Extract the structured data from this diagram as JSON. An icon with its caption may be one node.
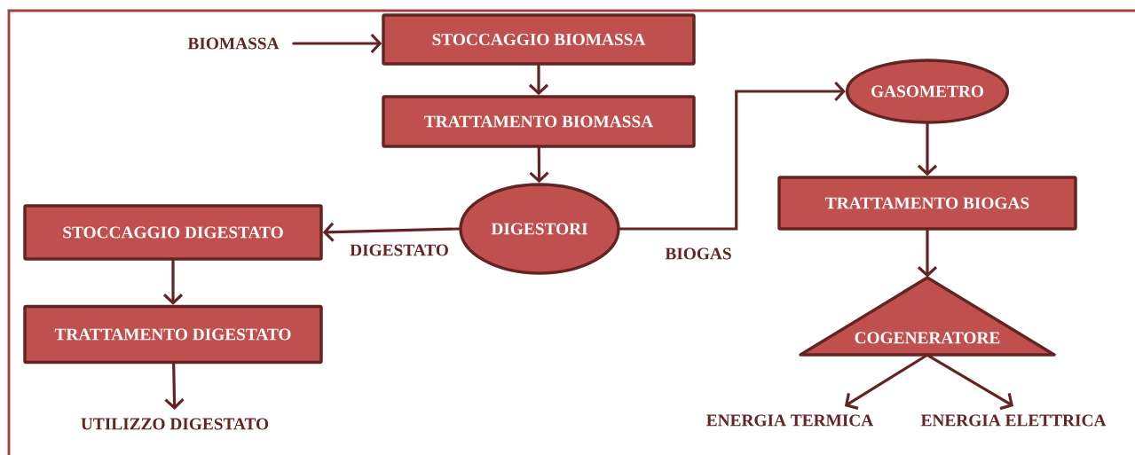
{
  "diagram": {
    "nodes": [
      {
        "text": [
          "BIOMASSA"
        ]
      },
      {
        "text": [
          "STOCCAGGIO BIOMASSA"
        ]
      },
      {
        "text": [
          "TRATTAMENTO BIOMASSA"
        ]
      },
      {
        "text": [
          "DIGESTORI"
        ]
      },
      {
        "text": [
          "STOCCAGGIO DIGESTATO"
        ]
      },
      {
        "text": [
          "TRATTAMENTO DIGESTATO"
        ]
      },
      {
        "text": [
          "UTILIZZO DIGESTATO"
        ]
      },
      {
        "text": [
          "GASOMETRO"
        ]
      },
      {
        "text": [
          "TRATTAMENTO BIOGAS"
        ]
      },
      {
        "text": [
          "COGENERATORE"
        ]
      },
      {
        "text": [
          "ENERGIA TERMICA"
        ]
      },
      {
        "text": [
          "ENERGIA ELETTRICA"
        ]
      }
    ],
    "edges": [
      {
        "from": 0,
        "to": 1,
        "arrow": "to"
      },
      {
        "from": 1,
        "to": 2,
        "arrow": "to"
      },
      {
        "from": 2,
        "to": 3,
        "arrow": "to"
      },
      {
        "from": 3,
        "to": 4,
        "arrow": "to",
        "label": "DIGESTATO"
      },
      {
        "from": 4,
        "to": 5,
        "arrow": "to"
      },
      {
        "from": 5,
        "to": 6,
        "arrow": "to"
      },
      {
        "from": 3,
        "to": 7,
        "arrow": "to",
        "label": "BIOGAS"
      },
      {
        "from": 7,
        "to": 8,
        "arrow": "to"
      },
      {
        "from": 8,
        "to": 9,
        "arrow": "to"
      },
      {
        "from": 9,
        "to": 10,
        "arrow": "to"
      },
      {
        "from": 9,
        "to": 11,
        "arrow": "to"
      }
    ]
  }
}
